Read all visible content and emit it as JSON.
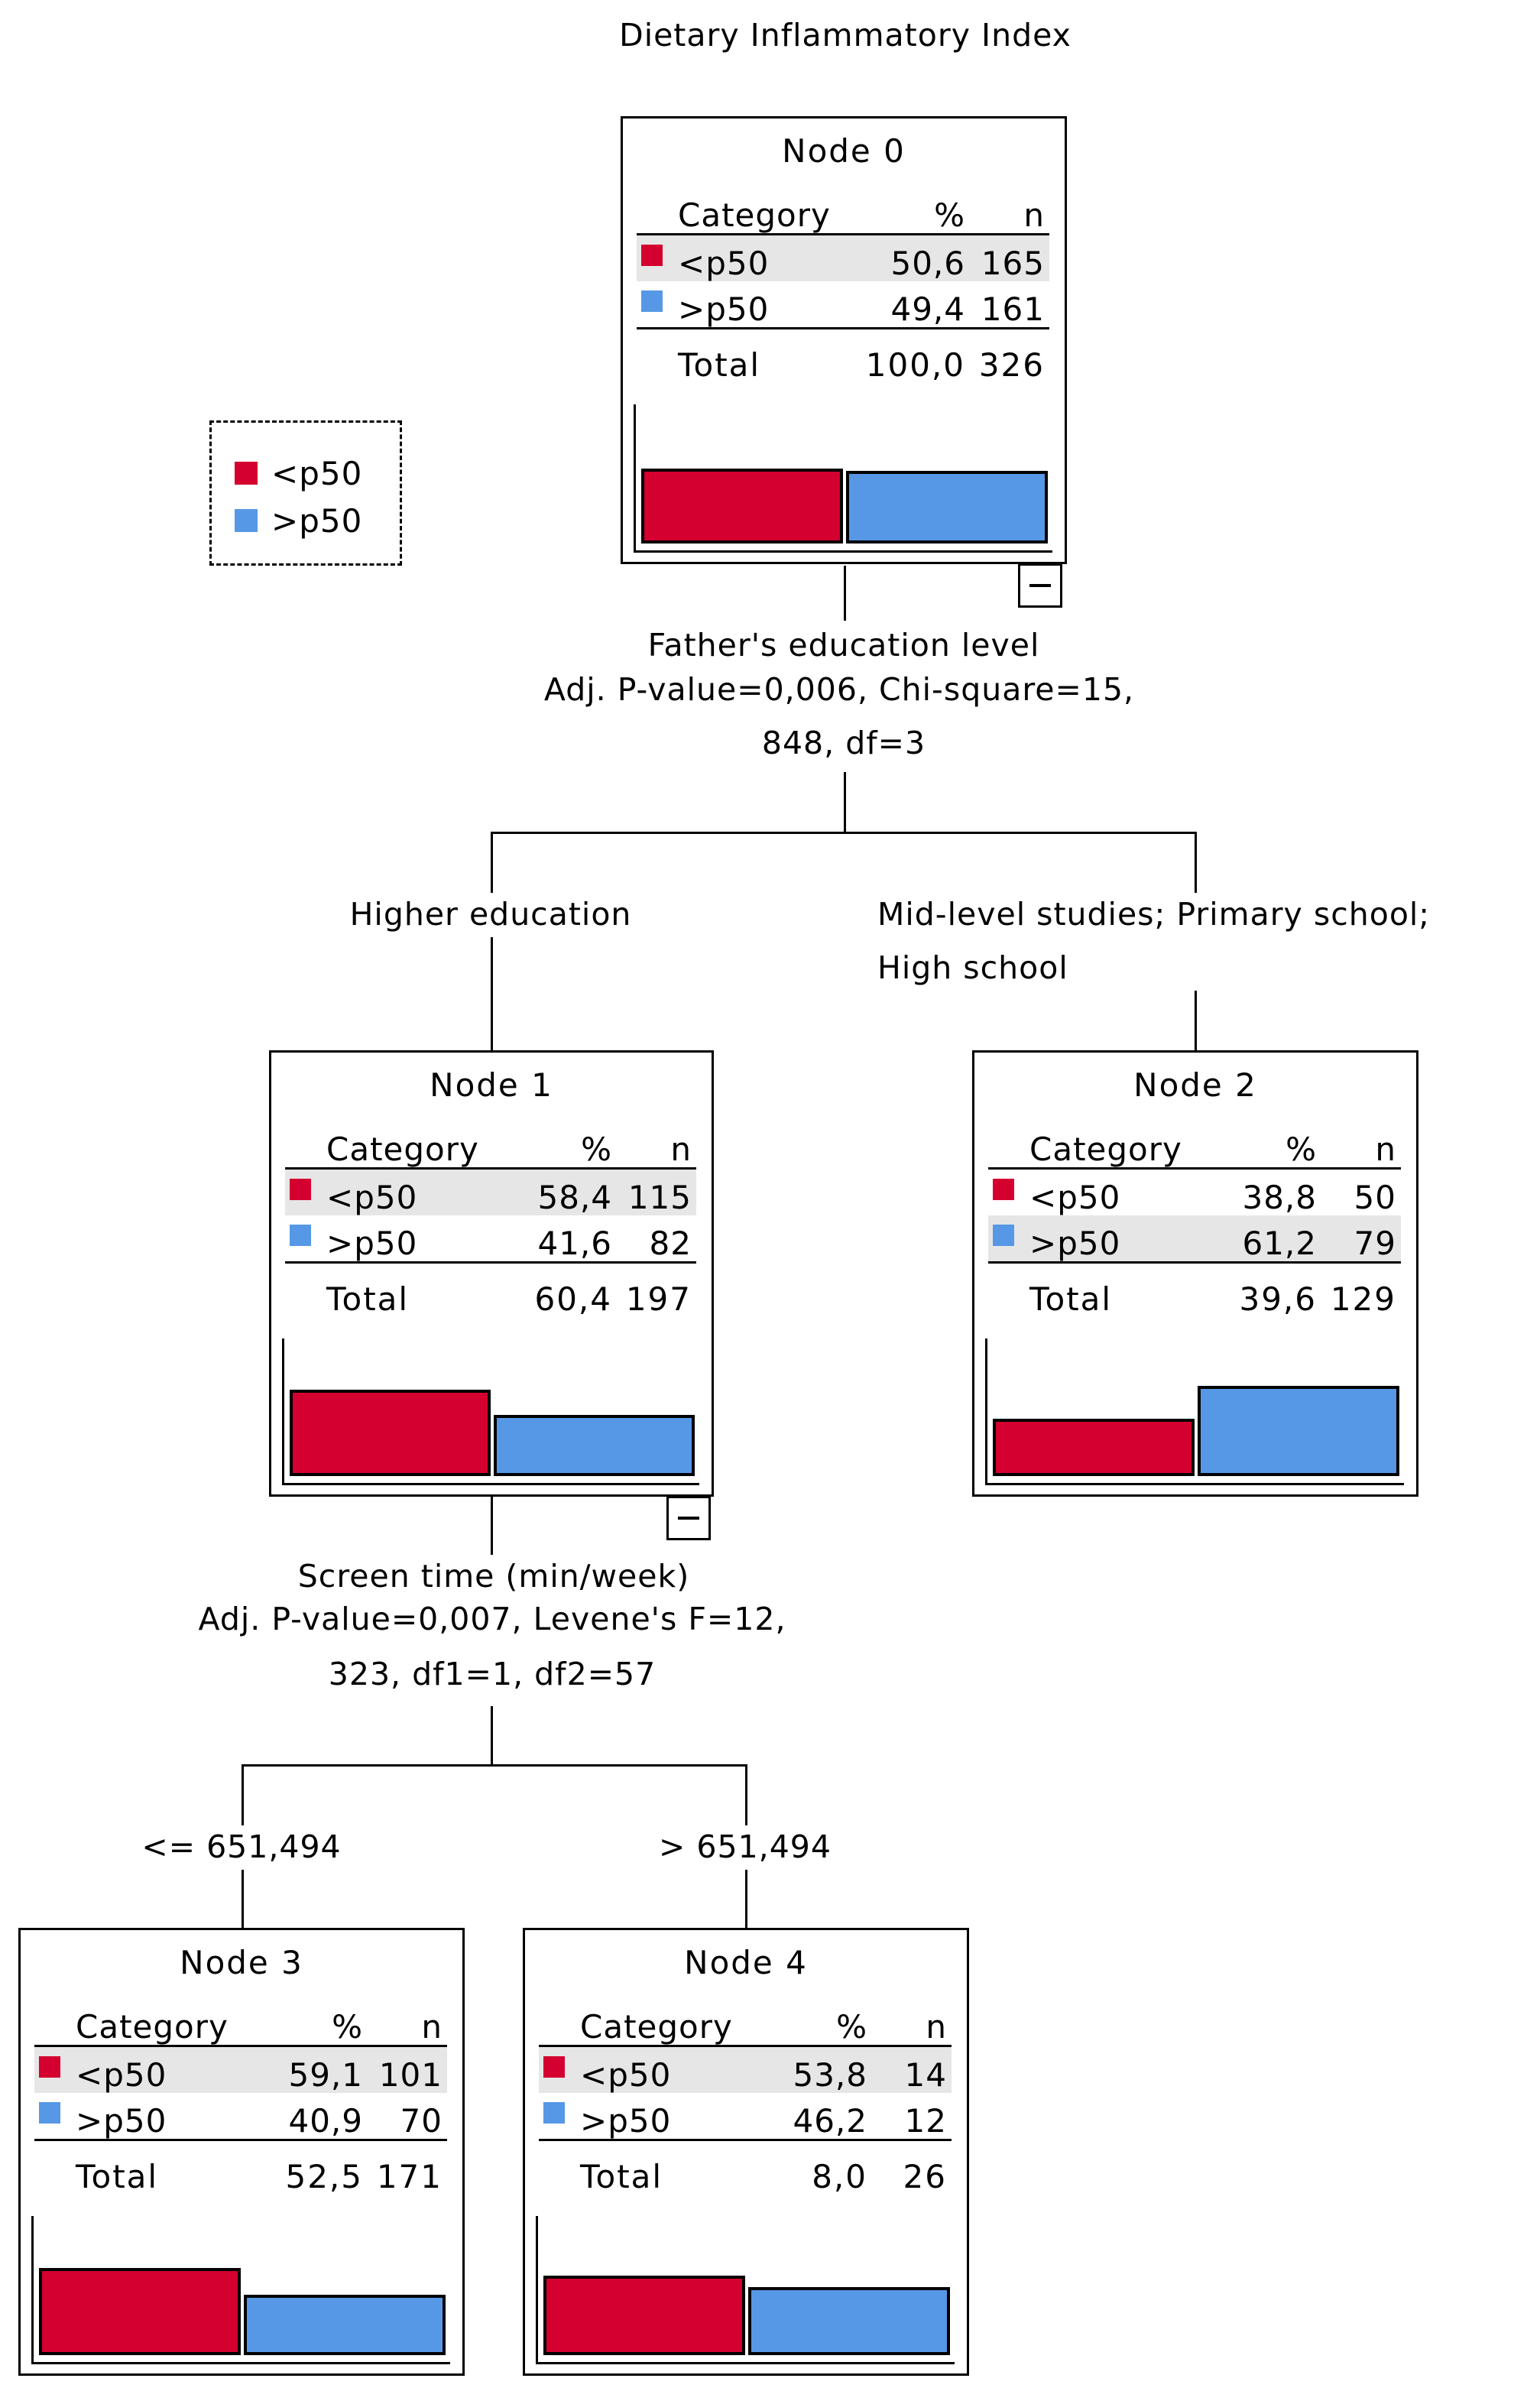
{
  "title": "Dietary Inflammatory Index",
  "colors": {
    "lt_p50": "#d4002f",
    "gt_p50": "#5698e6",
    "highlight": "#e6e6e6"
  },
  "legend": [
    {
      "label": "<p50",
      "color": "#d4002f"
    },
    {
      "label": ">p50",
      "color": "#5698e6"
    }
  ],
  "table_headers": {
    "category": "Category",
    "percent": "%",
    "n": "n"
  },
  "nodes": [
    {
      "id": "node0",
      "title": "Node 0",
      "rows": [
        {
          "label": "<p50",
          "pct": "50,6",
          "n": "165",
          "value": 50.6
        },
        {
          "label": ">p50",
          "pct": "49,4",
          "n": "161",
          "value": 49.4
        }
      ],
      "total": {
        "label": "Total",
        "pct": "100,0",
        "n": "326"
      },
      "highlight": 0
    },
    {
      "id": "node1",
      "title": "Node 1",
      "rows": [
        {
          "label": "<p50",
          "pct": "58,4",
          "n": "115",
          "value": 58.4
        },
        {
          "label": ">p50",
          "pct": "41,6",
          "n": "82",
          "value": 41.6
        }
      ],
      "total": {
        "label": "Total",
        "pct": "60,4",
        "n": "197"
      },
      "highlight": 0
    },
    {
      "id": "node2",
      "title": "Node 2",
      "rows": [
        {
          "label": "<p50",
          "pct": "38,8",
          "n": "50",
          "value": 38.8
        },
        {
          "label": ">p50",
          "pct": "61,2",
          "n": "79",
          "value": 61.2
        }
      ],
      "total": {
        "label": "Total",
        "pct": "39,6",
        "n": "129"
      },
      "highlight": 1
    },
    {
      "id": "node3",
      "title": "Node 3",
      "rows": [
        {
          "label": "<p50",
          "pct": "59,1",
          "n": "101",
          "value": 59.1
        },
        {
          "label": ">p50",
          "pct": "40,9",
          "n": "70",
          "value": 40.9
        }
      ],
      "total": {
        "label": "Total",
        "pct": "52,5",
        "n": "171"
      },
      "highlight": 0
    },
    {
      "id": "node4",
      "title": "Node 4",
      "rows": [
        {
          "label": "<p50",
          "pct": "53,8",
          "n": "14",
          "value": 53.8
        },
        {
          "label": ">p50",
          "pct": "46,2",
          "n": "12",
          "value": 46.2
        }
      ],
      "total": {
        "label": "Total",
        "pct": "8,0",
        "n": "26"
      },
      "highlight": 0
    }
  ],
  "splits": {
    "split1": {
      "variable": "Father's education level",
      "stats_line1": "Adj. P-value=0,006, Chi-square=15,",
      "stats_line2": "848, df=3"
    },
    "split2": {
      "variable": "Screen time (min/week)",
      "stats_line1": "Adj. P-value=0,007, Levene's F=12,",
      "stats_line2": "323, df1=1, df2=57"
    }
  },
  "branches": {
    "higher_education": "Higher education",
    "mid_level_line1": "Mid-level studies; Primary school;",
    "mid_level_line2": "High school",
    "le_threshold": "<= 651,494",
    "gt_threshold": "> 651,494"
  }
}
